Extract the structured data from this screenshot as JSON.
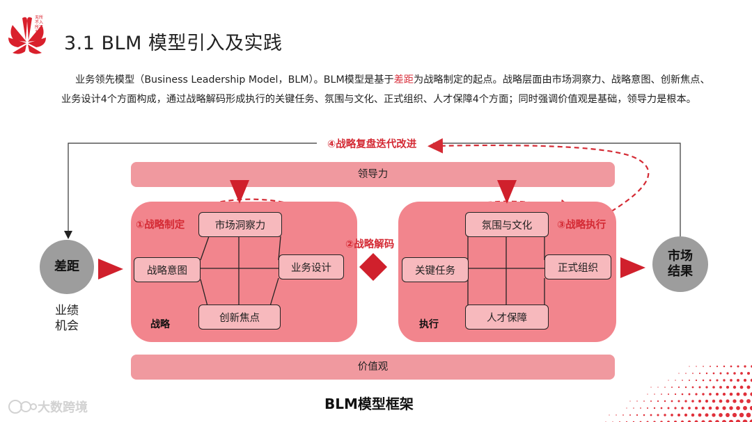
{
  "header": {
    "title": "3.1 BLM 模型引入及实践",
    "logo_text": "无所不入所不为"
  },
  "intro": {
    "part1": "业务领先模型（Business Leadership Model，BLM）。BLM模型是基于",
    "highlight": "差距",
    "part2": "为战略制定的起点。战略层面由市场洞察力、战略意图、创新焦点、业务设计4个方面构成，通过战略解码形成执行的关键任务、氛围与文化、正式组织、人才保障4个方面；同时强调价值观是基础，领导力是根本。"
  },
  "diagram": {
    "top_bar": "领导力",
    "bottom_bar": "价值观",
    "loop_label": "④战略复盘迭代改进",
    "gap_circle": "差距",
    "gap_sub": [
      "业绩",
      "机会"
    ],
    "market_circle": [
      "市场",
      "结果"
    ],
    "strategy": {
      "label": "战略",
      "step_label": "①战略制定",
      "nodes": [
        "市场洞察力",
        "战略意图",
        "业务设计",
        "创新焦点"
      ]
    },
    "decode_label": "②战略解码",
    "execution": {
      "label": "执行",
      "step_label": "③战略执行",
      "nodes": [
        "氛围与文化",
        "关键任务",
        "正式组织",
        "人才保障"
      ]
    },
    "colors": {
      "accent": "#d42a34",
      "panel": "#f2858d",
      "bar": "#f0999f",
      "node": "#f7b9bd",
      "circle": "#9d9d9d"
    }
  },
  "caption": "BLM模型框架",
  "watermark": "大数跨境"
}
